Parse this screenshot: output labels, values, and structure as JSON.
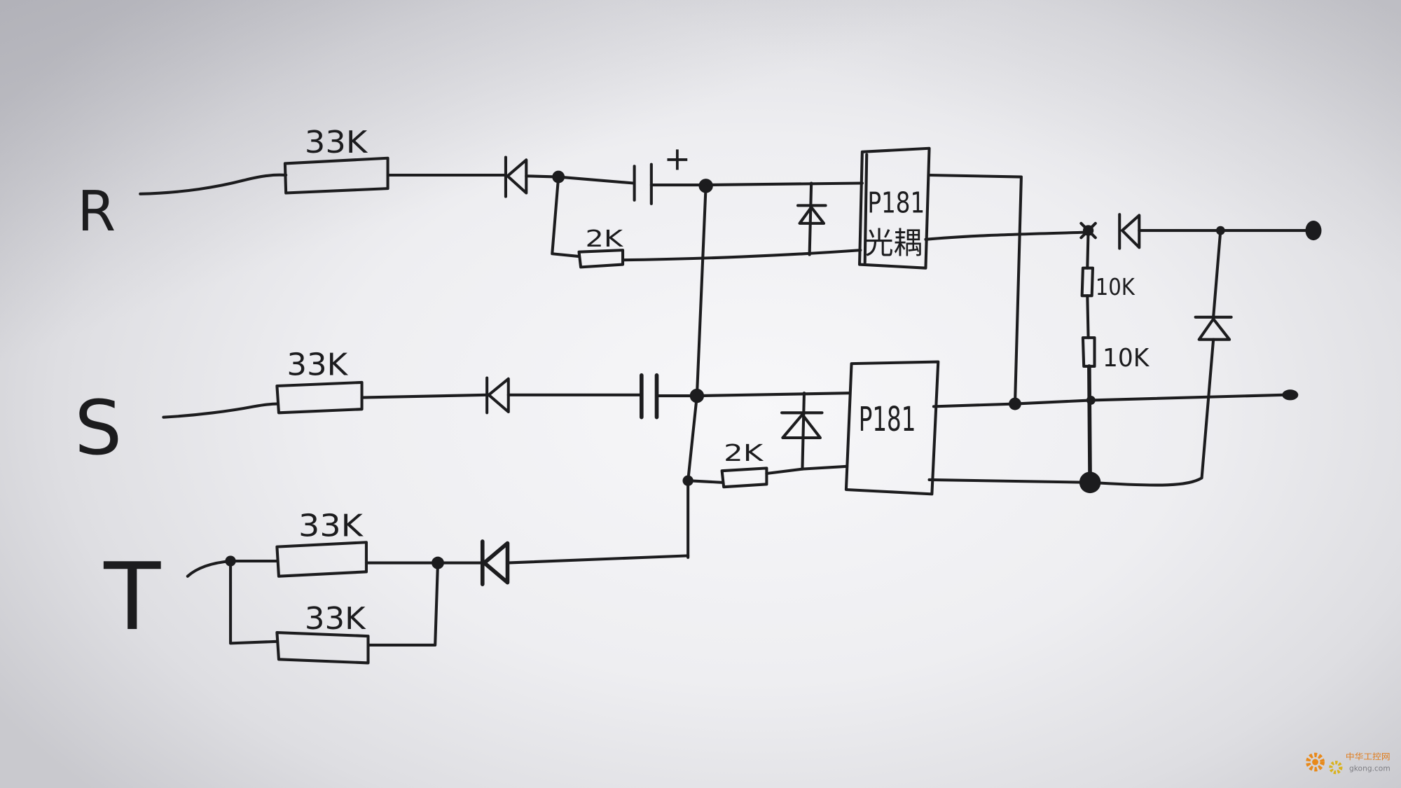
{
  "diagram": {
    "phase_labels": {
      "r": "R",
      "s": "S",
      "t": "T"
    },
    "resistors": {
      "r_series": "33K",
      "s_series": "33K",
      "t_series_upper": "33K",
      "t_series_lower": "33K",
      "r_bleed": "2K",
      "s_bleed": "2K",
      "divider_upper": "10K",
      "divider_lower": "10K"
    },
    "capacitor_polarity_mark": "+",
    "optocouplers": {
      "upper_part_number": "P181",
      "upper_note": "光耦",
      "lower_part_number": "P181"
    }
  },
  "watermark": {
    "site_name": "中华工控网",
    "domain": "gkong.com"
  },
  "colors": {
    "ink": "#1c1c1e",
    "paper": "#ececef",
    "watermark_accent": "#e8891a"
  }
}
